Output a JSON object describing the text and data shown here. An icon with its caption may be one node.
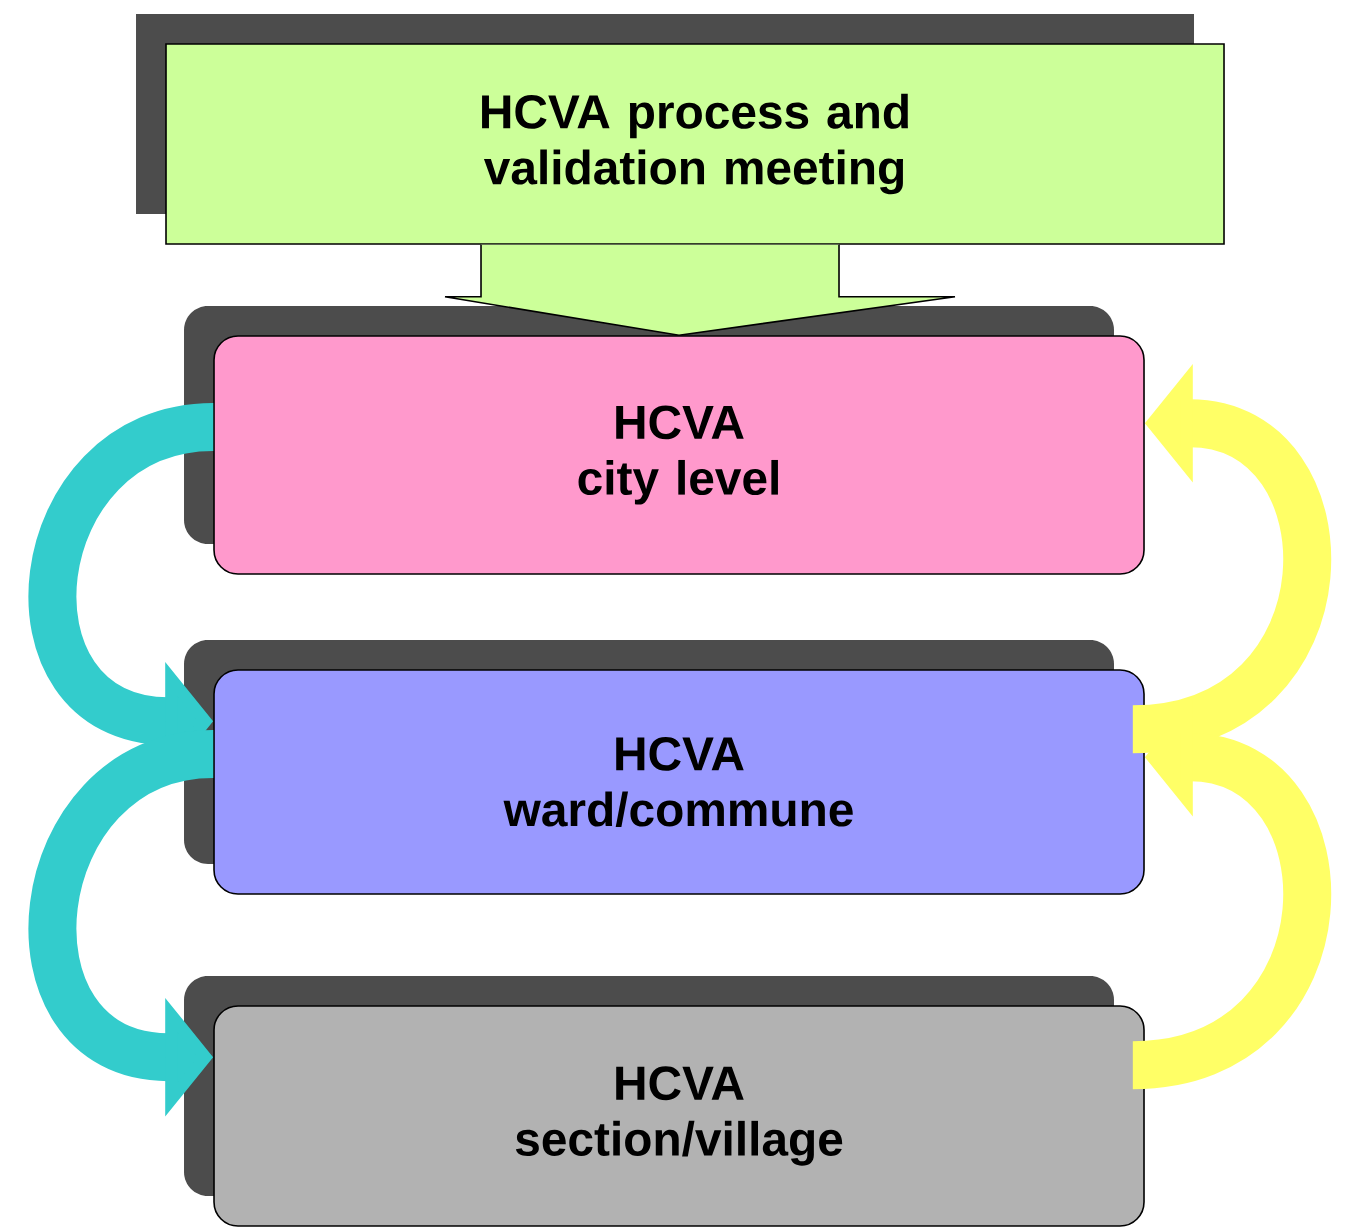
{
  "diagram": {
    "nodes": [
      {
        "text": [
          "HCVA process and validation meeting"
        ]
      },
      {
        "text": [
          "HCVA city level"
        ]
      },
      {
        "text": [
          "HCVA ward/commune"
        ]
      },
      {
        "text": [
          "HCVA section/village"
        ]
      }
    ],
    "edges": [
      {
        "from": 0,
        "to": 1,
        "arrow": "to",
        "color": "#ccff99"
      },
      {
        "from": 1,
        "to": 2,
        "arrow": "to",
        "color": "#33cccc"
      },
      {
        "from": 2,
        "to": 3,
        "arrow": "to",
        "color": "#33cccc"
      },
      {
        "from": 2,
        "to": 1,
        "arrow": "to",
        "color": "#ffff66"
      },
      {
        "from": 3,
        "to": 2,
        "arrow": "to",
        "color": "#ffff66"
      }
    ]
  }
}
